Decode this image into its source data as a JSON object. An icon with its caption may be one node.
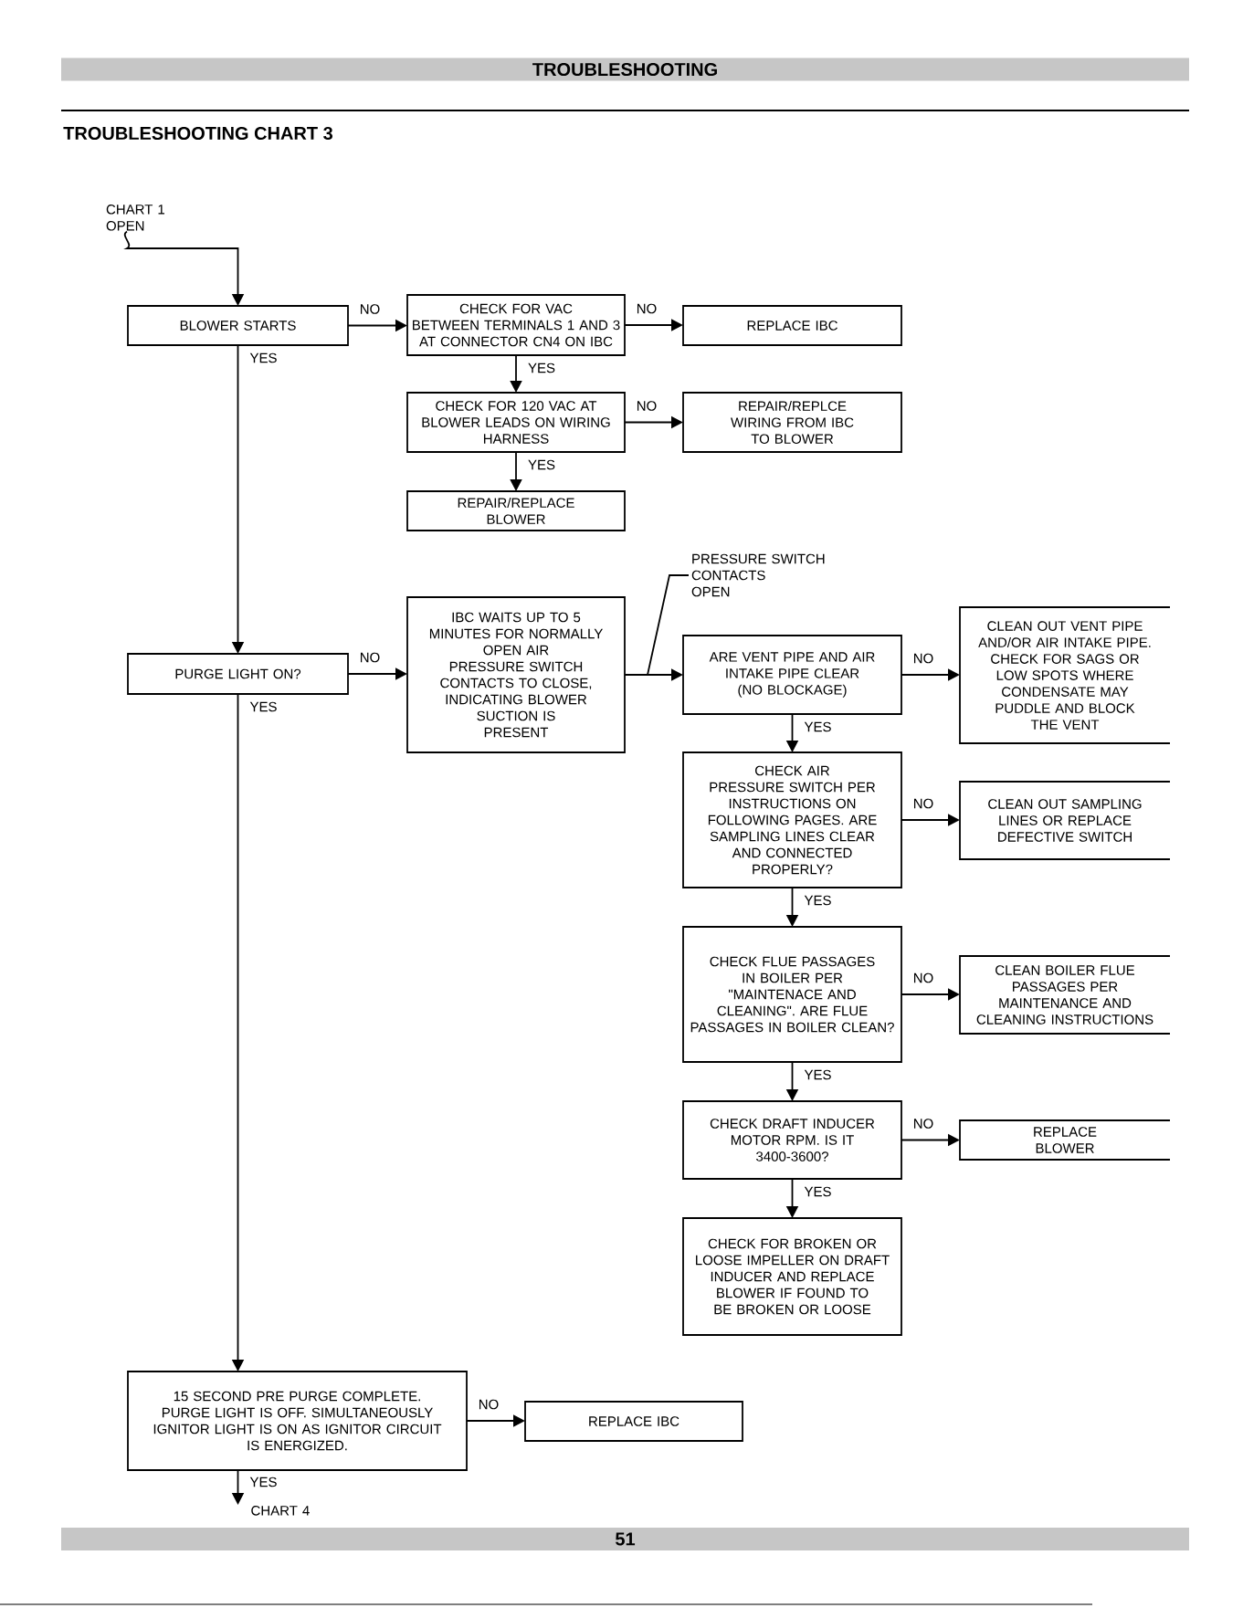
{
  "diagram": {
    "title": "TROUBLESHOOTING CHART 3",
    "nodes": [
      {
        "text": [
          "CHART 1 OPEN"
        ]
      },
      {
        "text": [
          "BLOWER STARTS"
        ]
      },
      {
        "text": [
          "CHECK FOR VAC BETWEEN TERMINALS 1 AND 3 AT CONNECTOR CN4 ON IBC"
        ]
      },
      {
        "text": [
          "REPLACE IBC"
        ]
      },
      {
        "text": [
          "CHECK FOR 120 VAC AT BLOWER LEADS ON WIRING HARNESS"
        ]
      },
      {
        "text": [
          "REPAIR/REPLCE WIRING FROM IBC TO BLOWER"
        ]
      },
      {
        "text": [
          "REPAIR/REPLACE BLOWER"
        ]
      },
      {
        "text": [
          "PRESSURE SWITCH CONTACTS OPEN"
        ]
      },
      {
        "text": [
          "PURGE LIGHT ON?"
        ]
      },
      {
        "text": [
          "IBC WAITS UP TO 5 MINUTES FOR NORMALLY OPEN AIR PRESSURE SWITCH CONTACTS TO CLOSE, INDICATING BLOWER SUCTION IS PRESENT"
        ]
      },
      {
        "text": [
          "ARE VENT PIPE AND AIR INTAKE PIPE CLEAR (NO BLOCKAGE)"
        ]
      },
      {
        "text": [
          "CLEAN OUT VENT PIPE AND/OR AIR INTAKE PIPE. CHECK FOR SAGS OR LOW SPOTS WHERE CONDENSATE MAY PUDDLE AND BLOCK THE VENT"
        ]
      },
      {
        "text": [
          "CHECK AIR PRESSURE SWITCH PER INSTRUCTIONS ON FOLLOWING PAGES. ARE SAMPLING LINES CLEAR AND CONNECTED PROPERLY?"
        ]
      },
      {
        "text": [
          "CLEAN OUT SAMPLING LINES OR REPLACE DEFECTIVE SWITCH"
        ]
      },
      {
        "text": [
          "CHECK FLUE PASSAGES IN BOILER PER \"MAINTENACE AND CLEANING\". ARE FLUE PASSAGES IN BOILER CLEAN?"
        ]
      },
      {
        "text": [
          "CLEAN BOILER FLUE PASSAGES PER MAINTENANCE AND CLEANING INSTRUCTIONS"
        ]
      },
      {
        "text": [
          "CHECK DRAFT INDUCER MOTOR RPM. IS IT 3400-3600?"
        ]
      },
      {
        "text": [
          "REPLACE BLOWER"
        ]
      },
      {
        "text": [
          "CHECK FOR BROKEN OR LOOSE IMPELLER ON DRAFT INDUCER AND REPLACE BLOWER IF FOUND TO BE BROKEN OR LOOSE"
        ]
      },
      {
        "text": [
          "15 SECOND PRE PURGE COMPLETE. PURGE LIGHT IS OFF. SIMULTANEOUSLY IGNITOR LIGHT IS ON AS IGNITOR CIRCUIT IS ENERGIZED."
        ]
      },
      {
        "text": [
          "REPLACE IBC"
        ]
      },
      {
        "text": [
          "CHART 4"
        ]
      }
    ],
    "edges": [
      {
        "from": 0,
        "to": 1,
        "arrow": "to"
      },
      {
        "from": 1,
        "to": 2,
        "arrow": "to",
        "label": "NO"
      },
      {
        "from": 2,
        "to": 3,
        "arrow": "to",
        "label": "NO"
      },
      {
        "from": 2,
        "to": 4,
        "arrow": "to",
        "label": "YES"
      },
      {
        "from": 4,
        "to": 5,
        "arrow": "to",
        "label": "NO"
      },
      {
        "from": 4,
        "to": 6,
        "arrow": "to",
        "label": "YES"
      },
      {
        "from": 1,
        "to": 8,
        "arrow": "to",
        "label": "YES"
      },
      {
        "from": 8,
        "to": 9,
        "arrow": "to",
        "label": "NO"
      },
      {
        "from": 9,
        "to": 10,
        "arrow": "to"
      },
      {
        "from": 7,
        "to": null,
        "arrow": "none"
      },
      {
        "from": 10,
        "to": 11,
        "arrow": "to",
        "label": "NO"
      },
      {
        "from": 10,
        "to": 12,
        "arrow": "to",
        "label": "YES"
      },
      {
        "from": 12,
        "to": 13,
        "arrow": "to",
        "label": "NO"
      },
      {
        "from": 12,
        "to": 14,
        "arrow": "to",
        "label": "YES"
      },
      {
        "from": 14,
        "to": 15,
        "arrow": "to",
        "label": "NO"
      },
      {
        "from": 14,
        "to": 16,
        "arrow": "to",
        "label": "YES"
      },
      {
        "from": 16,
        "to": 17,
        "arrow": "to",
        "label": "NO"
      },
      {
        "from": 16,
        "to": 18,
        "arrow": "to",
        "label": "YES"
      },
      {
        "from": 8,
        "to": 19,
        "arrow": "to",
        "label": "YES"
      },
      {
        "from": 19,
        "to": 20,
        "arrow": "to",
        "label": "NO"
      },
      {
        "from": 19,
        "to": 21,
        "arrow": "to",
        "label": "YES"
      }
    ],
    "labels": [
      "TROUBLESHOOTING",
      "51"
    ]
  }
}
